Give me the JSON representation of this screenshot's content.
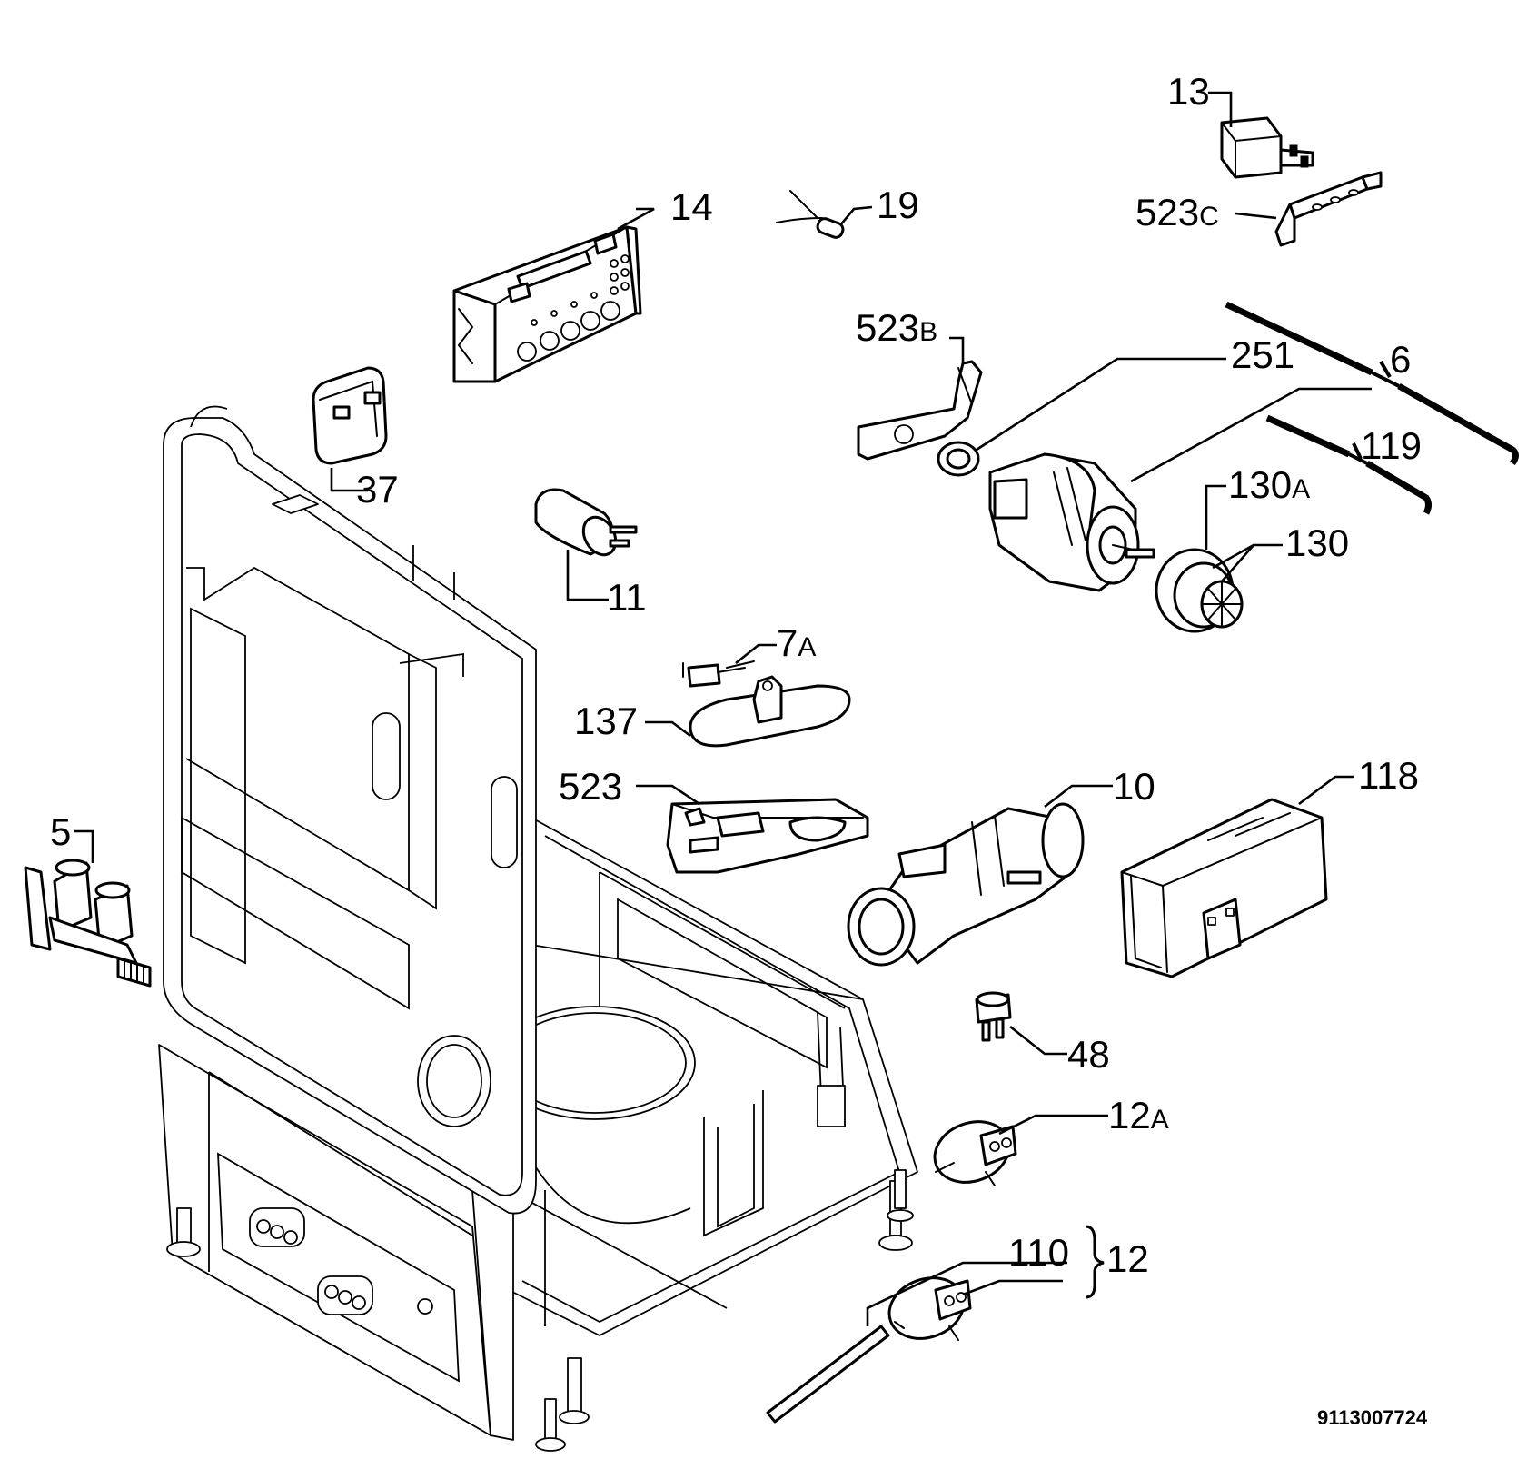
{
  "labels": {
    "p13": "13",
    "p14": "14",
    "p19": "19",
    "p523c": "523",
    "p523c_sfx": "C",
    "p523b": "523",
    "p523b_sfx": "B",
    "p251": "251",
    "p6": "6",
    "p119": "119",
    "p130a": "130",
    "p130a_sfx": "A",
    "p130": "130",
    "p37": "37",
    "p11": "11",
    "p7a": "7",
    "p7a_sfx": "A",
    "p137": "137",
    "p523": "523",
    "p10": "10",
    "p118": "118",
    "p5": "5",
    "p48": "48",
    "p12a": "12",
    "p12a_sfx": "A",
    "p110": "110",
    "p12": "12"
  },
  "doc_number": "9113007724"
}
